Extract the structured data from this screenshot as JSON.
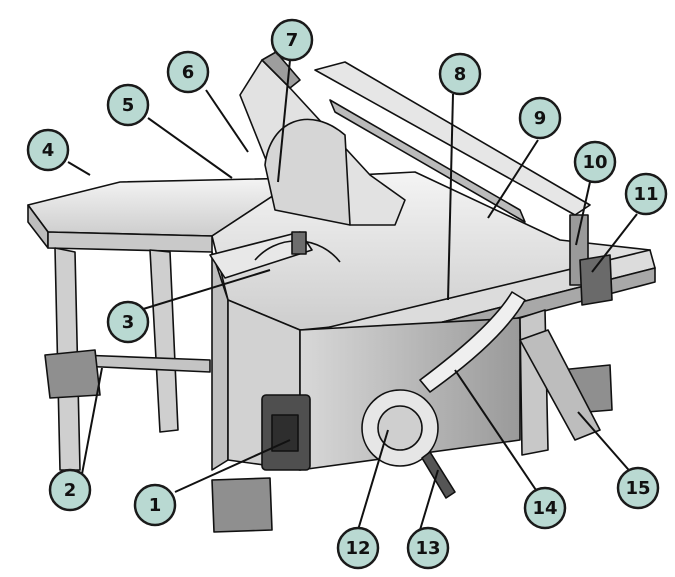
{
  "callouts": [
    {
      "label": "1"
    },
    {
      "label": "2"
    },
    {
      "label": "3"
    },
    {
      "label": "4"
    },
    {
      "label": "5"
    },
    {
      "label": "6"
    },
    {
      "label": "7"
    },
    {
      "label": "8"
    },
    {
      "label": "9"
    },
    {
      "label": "10"
    },
    {
      "label": "11"
    },
    {
      "label": "12"
    },
    {
      "label": "13"
    },
    {
      "label": "14"
    },
    {
      "label": "15"
    }
  ],
  "colors": {
    "callout_fill": "#b9d9d2",
    "callout_stroke": "#1a1a1a",
    "line": "#111111",
    "body_light": "#e9e9e9",
    "body_mid": "#cfcfcf",
    "body_dark": "#6d6d6d"
  },
  "illustration": "table-saw-line-drawing"
}
